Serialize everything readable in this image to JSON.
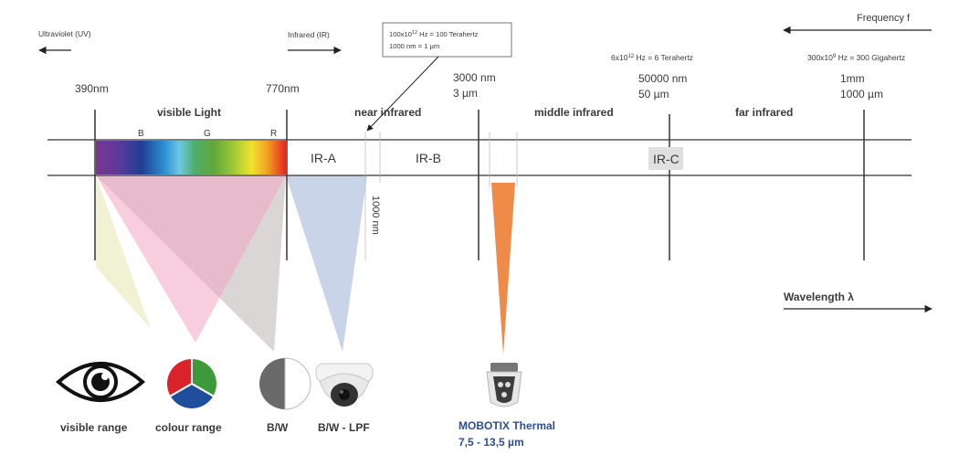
{
  "top": {
    "uv_label": "Ultraviolet (UV)",
    "ir_label": "Infrared (IR)",
    "callout_line1_pre": "100x10",
    "callout_line1_sup": "12",
    "callout_line1_post": " Hz = 100 Terahertz",
    "callout_line2": "1000 nm = 1 µm",
    "frequency_label": "Frequency f",
    "freq_6thz_pre": "6x10",
    "freq_6thz_sup": "12",
    "freq_6thz_post": " Terahertz",
    "freq_6thz_mid": " Hz = 6",
    "freq_300ghz_pre": "300x10",
    "freq_300ghz_sup": "9",
    "freq_300ghz_post": " Hz = 300 Gigahertz"
  },
  "wavelengths": {
    "w390": "390nm",
    "w770": "770nm",
    "w3000_a": "3000 nm",
    "w3000_b": "3 µm",
    "w50000_a": "50000 nm",
    "w50000_b": "50 µm",
    "w1mm_a": "1mm",
    "w1mm_b": "1000 µm"
  },
  "regions": {
    "visible": "visible Light",
    "near_ir": "near infrared",
    "middle_ir": "middle infrared",
    "far_ir": "far infrared",
    "b": "B",
    "g": "G",
    "r": "R",
    "ir_a": "IR-A",
    "ir_b": "IR-B",
    "ir_c": "IR-C",
    "nm1000": "1000 nm"
  },
  "wavelength_axis": {
    "label": "Wavelength  λ"
  },
  "sensors": {
    "visible_range": "visible range",
    "colour_range": "colour range",
    "bw": "B/W",
    "bw_lpf": "B/W - LPF",
    "thermal_name": "MOBOTIX Thermal",
    "thermal_range": "7,5 - 13,5 µm"
  },
  "colors": {
    "axis": "#333333",
    "yellow_cone": "#eeeecb",
    "pink_cone": "#f2a6c4",
    "gray_cone": "#cfc8c8",
    "blue_cone": "#a7b8d8",
    "thermal": "#f08a48",
    "thermal_text": "#2d4f8e",
    "rgb_red": "#d9222a",
    "rgb_green": "#3c9a3a",
    "rgb_blue": "#1f4e9c"
  }
}
